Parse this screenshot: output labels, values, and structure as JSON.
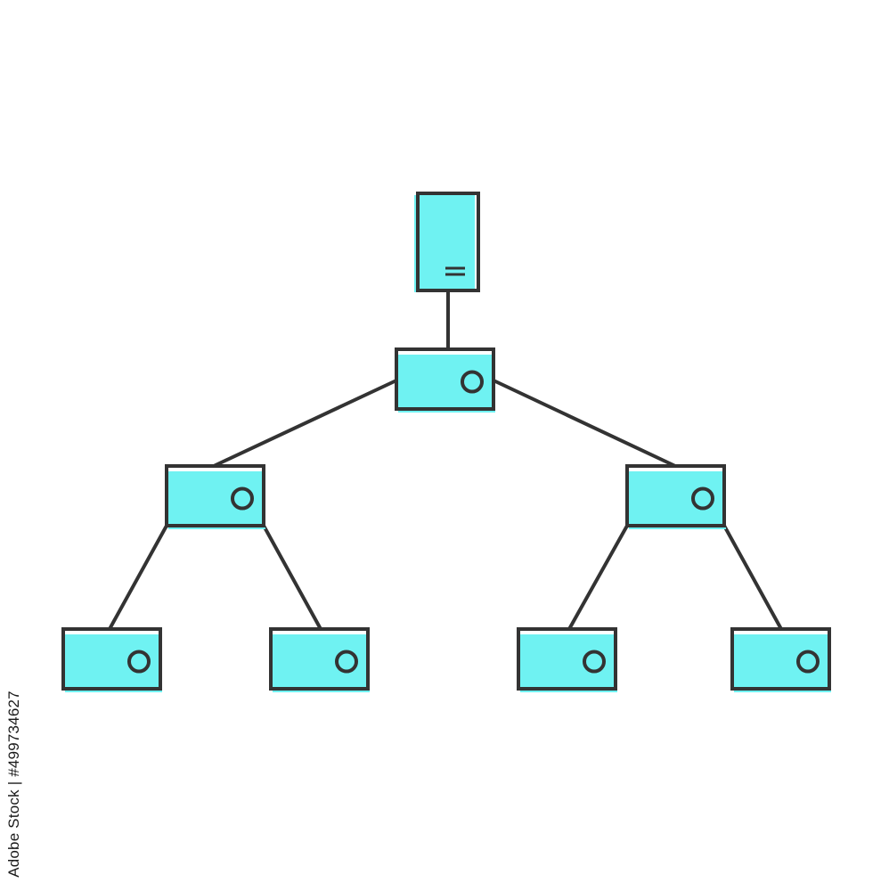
{
  "diagram": {
    "type": "network-tree",
    "colors": {
      "fill": "#6ff2f2",
      "stroke": "#333333",
      "background": "#ffffff"
    },
    "nodes": [
      {
        "id": "server",
        "kind": "server-tower",
        "icon": "server-icon"
      },
      {
        "id": "root-switch",
        "kind": "network-device",
        "icon": "network-device-icon"
      },
      {
        "id": "left-switch",
        "kind": "network-device",
        "icon": "network-device-icon"
      },
      {
        "id": "right-switch",
        "kind": "network-device",
        "icon": "network-device-icon"
      },
      {
        "id": "leaf-1",
        "kind": "network-device",
        "icon": "network-device-icon"
      },
      {
        "id": "leaf-2",
        "kind": "network-device",
        "icon": "network-device-icon"
      },
      {
        "id": "leaf-3",
        "kind": "network-device",
        "icon": "network-device-icon"
      },
      {
        "id": "leaf-4",
        "kind": "network-device",
        "icon": "network-device-icon"
      }
    ],
    "edges": [
      {
        "from": "server",
        "to": "root-switch"
      },
      {
        "from": "root-switch",
        "to": "left-switch"
      },
      {
        "from": "root-switch",
        "to": "right-switch"
      },
      {
        "from": "left-switch",
        "to": "leaf-1"
      },
      {
        "from": "left-switch",
        "to": "leaf-2"
      },
      {
        "from": "right-switch",
        "to": "leaf-3"
      },
      {
        "from": "right-switch",
        "to": "leaf-4"
      }
    ]
  },
  "watermark": {
    "text": "Adobe Stock | #499734627"
  }
}
